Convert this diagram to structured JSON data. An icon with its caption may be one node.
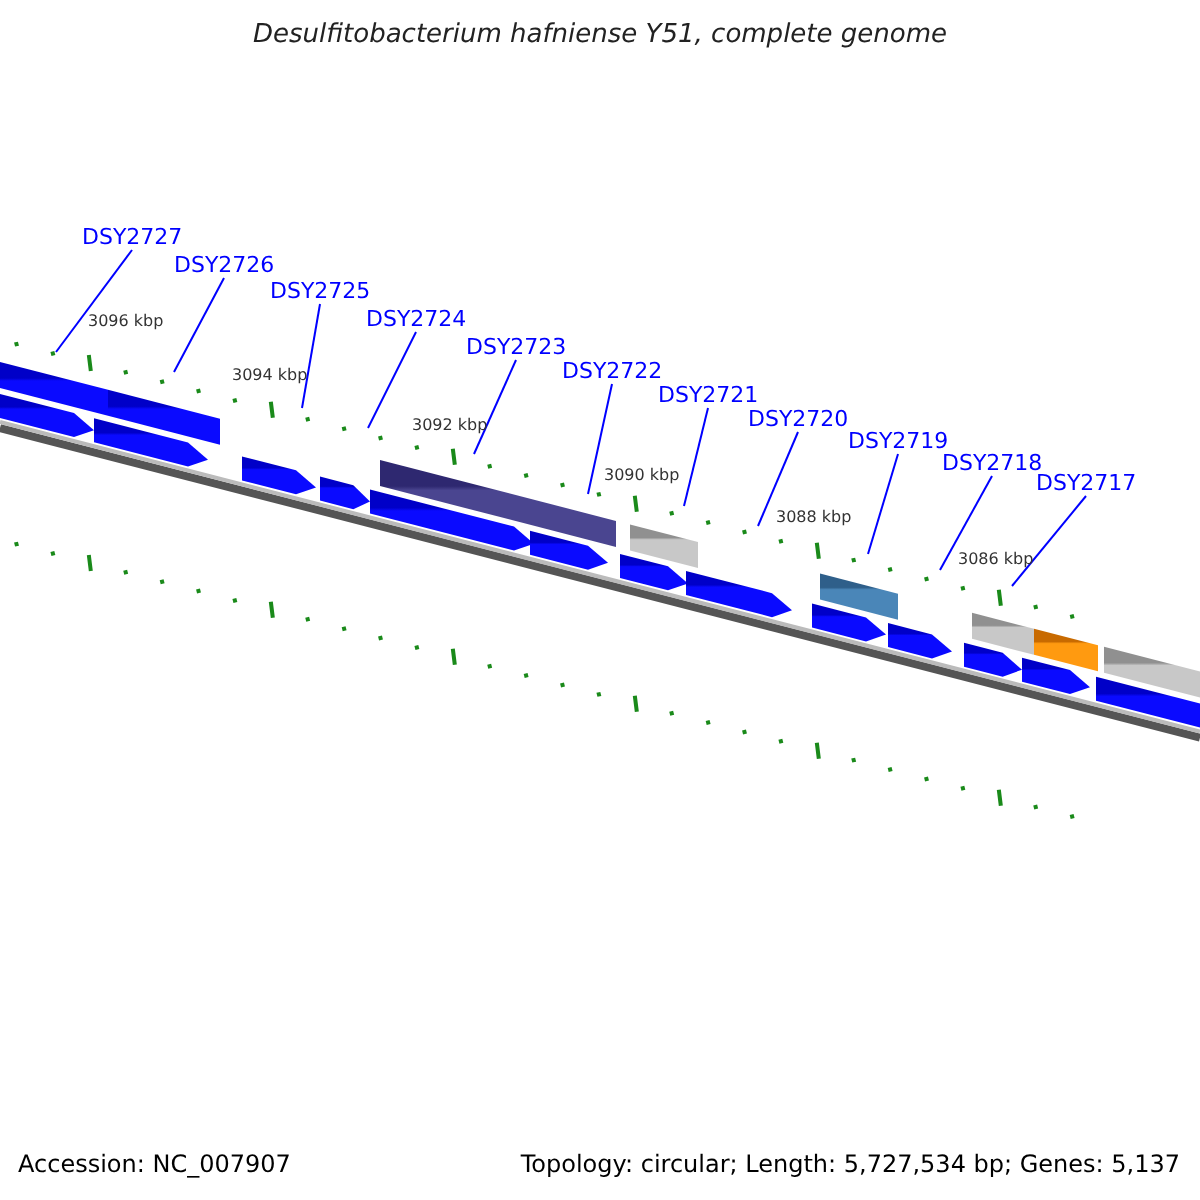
{
  "diagram": {
    "title": "Desulfitobacterium hafniense Y51, complete genome",
    "nodes": [
      {
        "text": [
          "DSY2727"
        ]
      },
      {
        "text": [
          "DSY2726"
        ]
      },
      {
        "text": [
          "DSY2725"
        ]
      },
      {
        "text": [
          "DSY2724"
        ]
      },
      {
        "text": [
          "DSY2723"
        ]
      },
      {
        "text": [
          "DSY2722"
        ]
      },
      {
        "text": [
          "DSY2721"
        ]
      },
      {
        "text": [
          "DSY2720"
        ]
      },
      {
        "text": [
          "DSY2719"
        ]
      },
      {
        "text": [
          "DSY2718"
        ]
      },
      {
        "text": [
          "DSY2717"
        ]
      }
    ],
    "edges": [
      {
        "from": 0,
        "to": null,
        "arrow": "none"
      },
      {
        "from": 1,
        "to": null,
        "arrow": "none"
      },
      {
        "from": 2,
        "to": null,
        "arrow": "none"
      },
      {
        "from": 3,
        "to": null,
        "arrow": "none"
      },
      {
        "from": 4,
        "to": null,
        "arrow": "none"
      },
      {
        "from": 5,
        "to": null,
        "arrow": "none"
      },
      {
        "from": 6,
        "to": null,
        "arrow": "none"
      },
      {
        "from": 7,
        "to": null,
        "arrow": "none"
      },
      {
        "from": 8,
        "to": null,
        "arrow": "none"
      },
      {
        "from": 9,
        "to": null,
        "arrow": "none"
      },
      {
        "from": 10,
        "to": null,
        "arrow": "none"
      }
    ],
    "labels": [
      "3096 kbp",
      "3094 kbp",
      "3092 kbp",
      "3090 kbp",
      "3088 kbp",
      "3086 kbp",
      "Accession: NC_007907",
      "Topology: circular; Length: 5,727,534 bp; Genes: 5,137"
    ]
  }
}
